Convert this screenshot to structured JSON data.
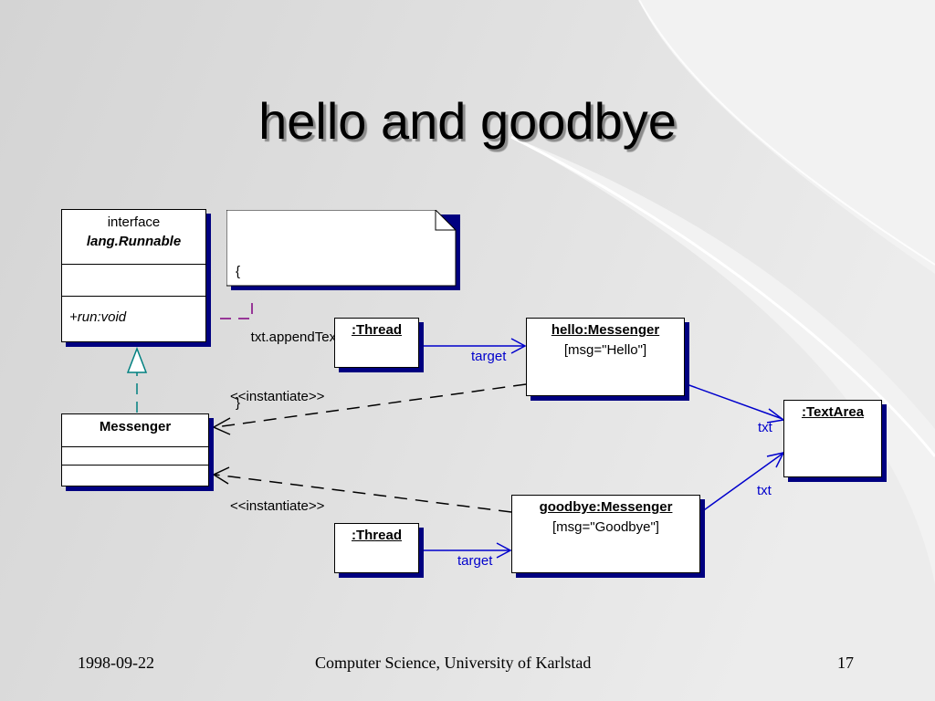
{
  "slide": {
    "title": "hello and goodbye",
    "footer": {
      "date": "1998-09-22",
      "center": "Computer Science, University of Karlstad",
      "page": "17"
    }
  },
  "diagram": {
    "runnable": {
      "stereotype": "interface",
      "name": "lang.Runnable",
      "operation": "+run:void"
    },
    "note": {
      "lines": [
        "{",
        "    txt.appendText(msg);",
        "}"
      ]
    },
    "messenger_class": {
      "name": "Messenger"
    },
    "thread_hello": {
      "name": ":Thread"
    },
    "thread_goodbye": {
      "name": ":Thread"
    },
    "hello_obj": {
      "name": "hello:Messenger",
      "attr": "[msg=\"Hello\"]"
    },
    "goodbye_obj": {
      "name": "goodbye:Messenger",
      "attr": "[msg=\"Goodbye\"]"
    },
    "textarea_obj": {
      "name": ":TextArea"
    },
    "links": {
      "target_hello": "target",
      "target_goodbye": "target",
      "txt_hello": "txt",
      "txt_goodbye": "txt",
      "instantiate_hello": "<<instantiate>>",
      "instantiate_goodbye": "<<instantiate>>"
    },
    "colors": {
      "link_blue": "#0000cc",
      "dependency_magenta": "#800080",
      "realization_teal": "#008080",
      "shadow_navy": "#000080"
    }
  }
}
